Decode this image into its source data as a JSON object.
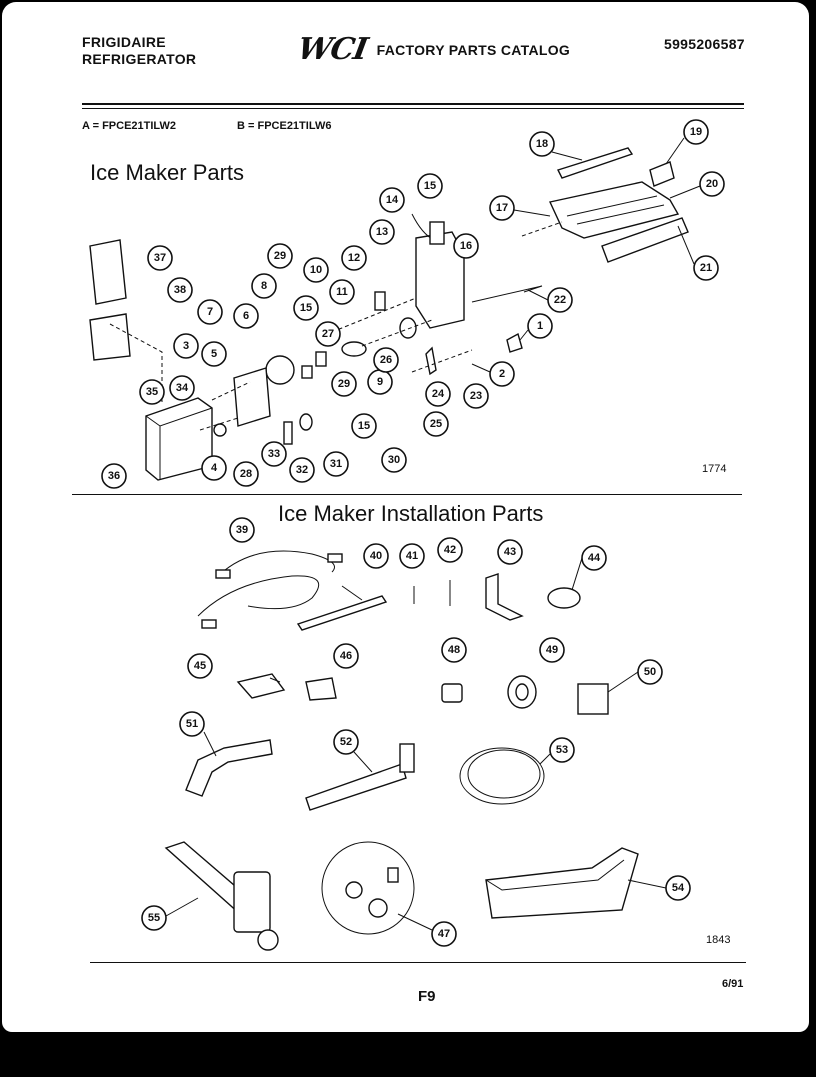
{
  "header": {
    "brand_line1": "FRIGIDAIRE",
    "brand_line2": "REFRIGERATOR",
    "logo": "WCI",
    "catalog_title": "FACTORY PARTS CATALOG",
    "catalog_number": "5995206587"
  },
  "models": {
    "a": "A = FPCE21TILW2",
    "b": "B = FPCE21TILW6"
  },
  "sections": {
    "ice_maker_title": "Ice Maker Parts",
    "ice_maker_code": "1774",
    "installation_title": "Ice Maker Installation Parts",
    "installation_code": "1843"
  },
  "footer": {
    "page": "F9",
    "date": "6/91"
  },
  "callouts": [
    "1",
    "2",
    "3",
    "4",
    "5",
    "6",
    "7",
    "8",
    "9",
    "10",
    "11",
    "12",
    "13",
    "14",
    "15",
    "16",
    "17",
    "18",
    "19",
    "20",
    "21",
    "22",
    "23",
    "24",
    "25",
    "26",
    "27",
    "28",
    "29",
    "30",
    "31",
    "32",
    "33",
    "34",
    "35",
    "36",
    "37",
    "38",
    "39",
    "40",
    "41",
    "42",
    "43",
    "44",
    "45",
    "46",
    "47",
    "48",
    "49",
    "50",
    "51",
    "52",
    "53",
    "54",
    "55"
  ]
}
